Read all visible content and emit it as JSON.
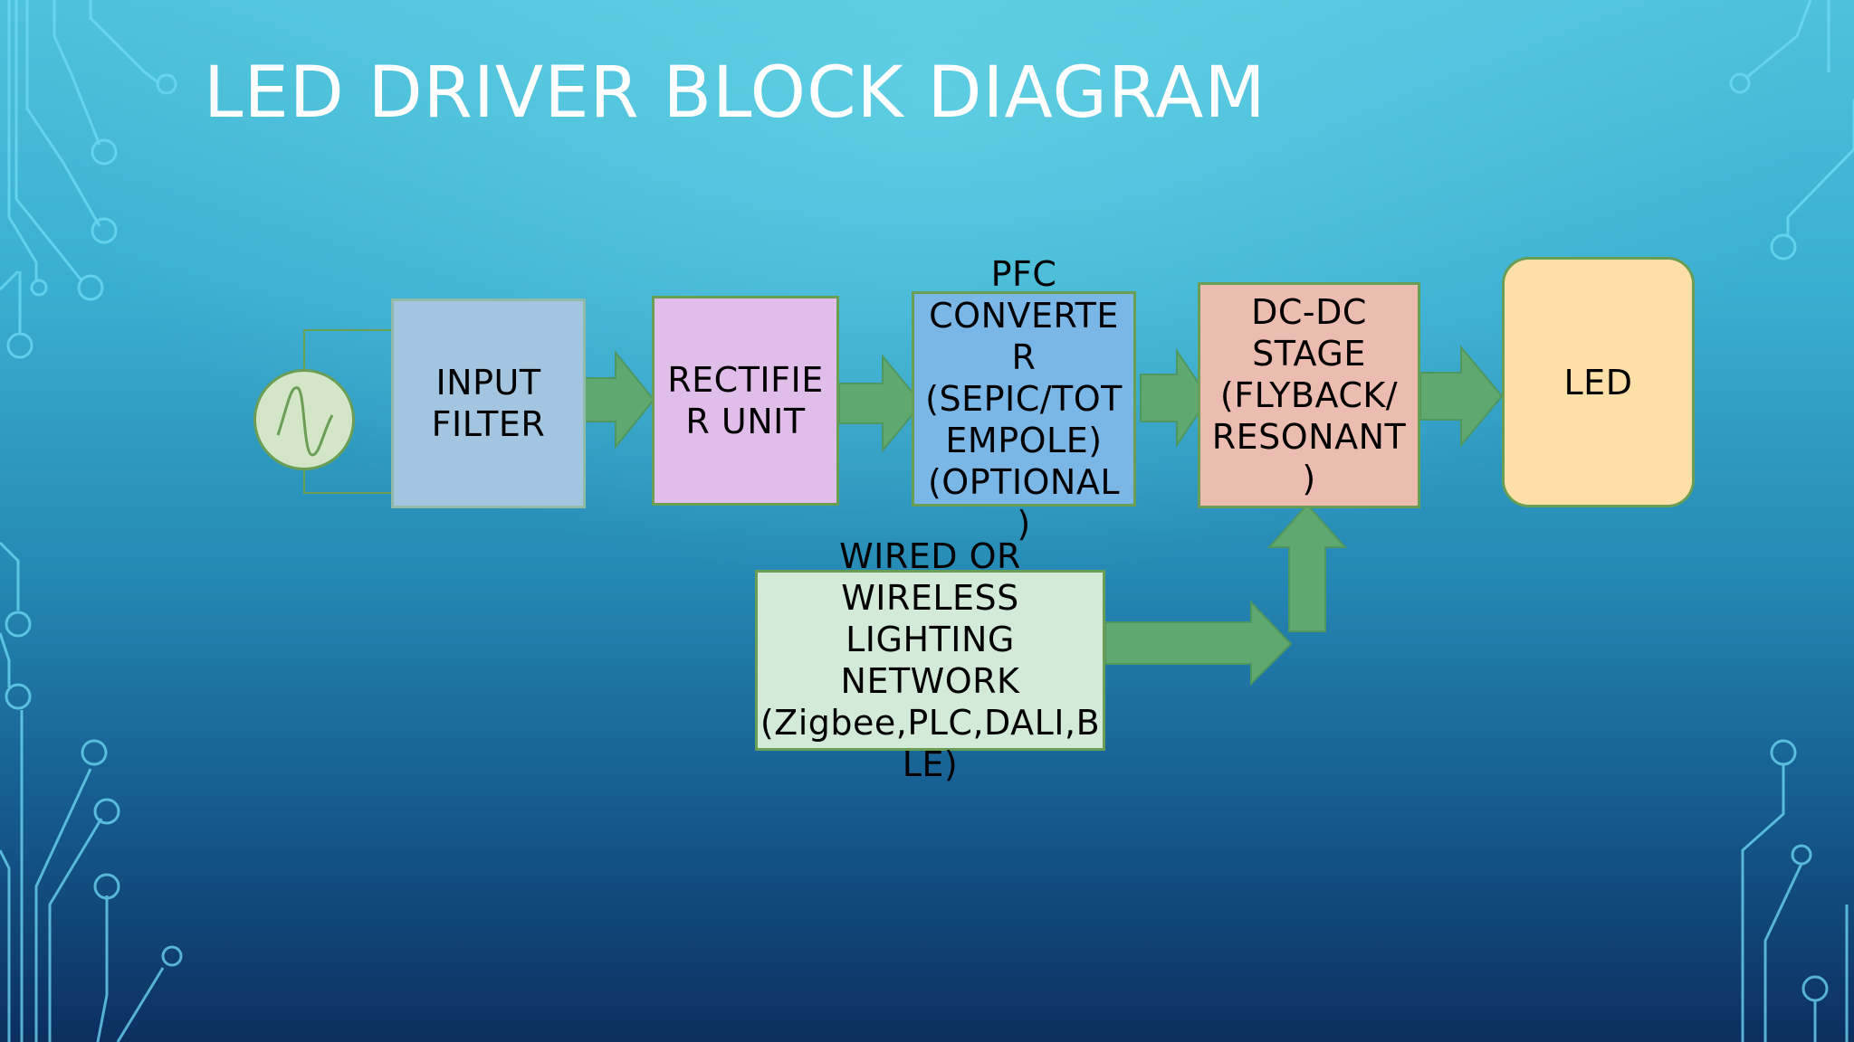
{
  "slide": {
    "title": "LED DRIVER BLOCK DIAGRAM"
  },
  "blocks": {
    "input_filter": "INPUT\nFILTER",
    "rectifier": "RECTIFIE\nR UNIT",
    "pfc": "PFC\nCONVERTE\nR\n(SEPIC/TOT\nEMPOLE)\n(OPTIONAL\n)",
    "dcdc": "DC-DC\nSTAGE\n(FLYBACK/\nRESONANT\n)",
    "led": "LED",
    "network": "WIRED OR\nWIRELESS\nLIGHTING\nNETWORK\n(Zigbee,PLC,DALI,B\nLE)"
  },
  "colors": {
    "arrow": "#5fa870",
    "block_border": "#6a9e55",
    "circuit_line": "#4fd1f0"
  },
  "icons": {
    "ac_source": "sine-wave-icon"
  }
}
